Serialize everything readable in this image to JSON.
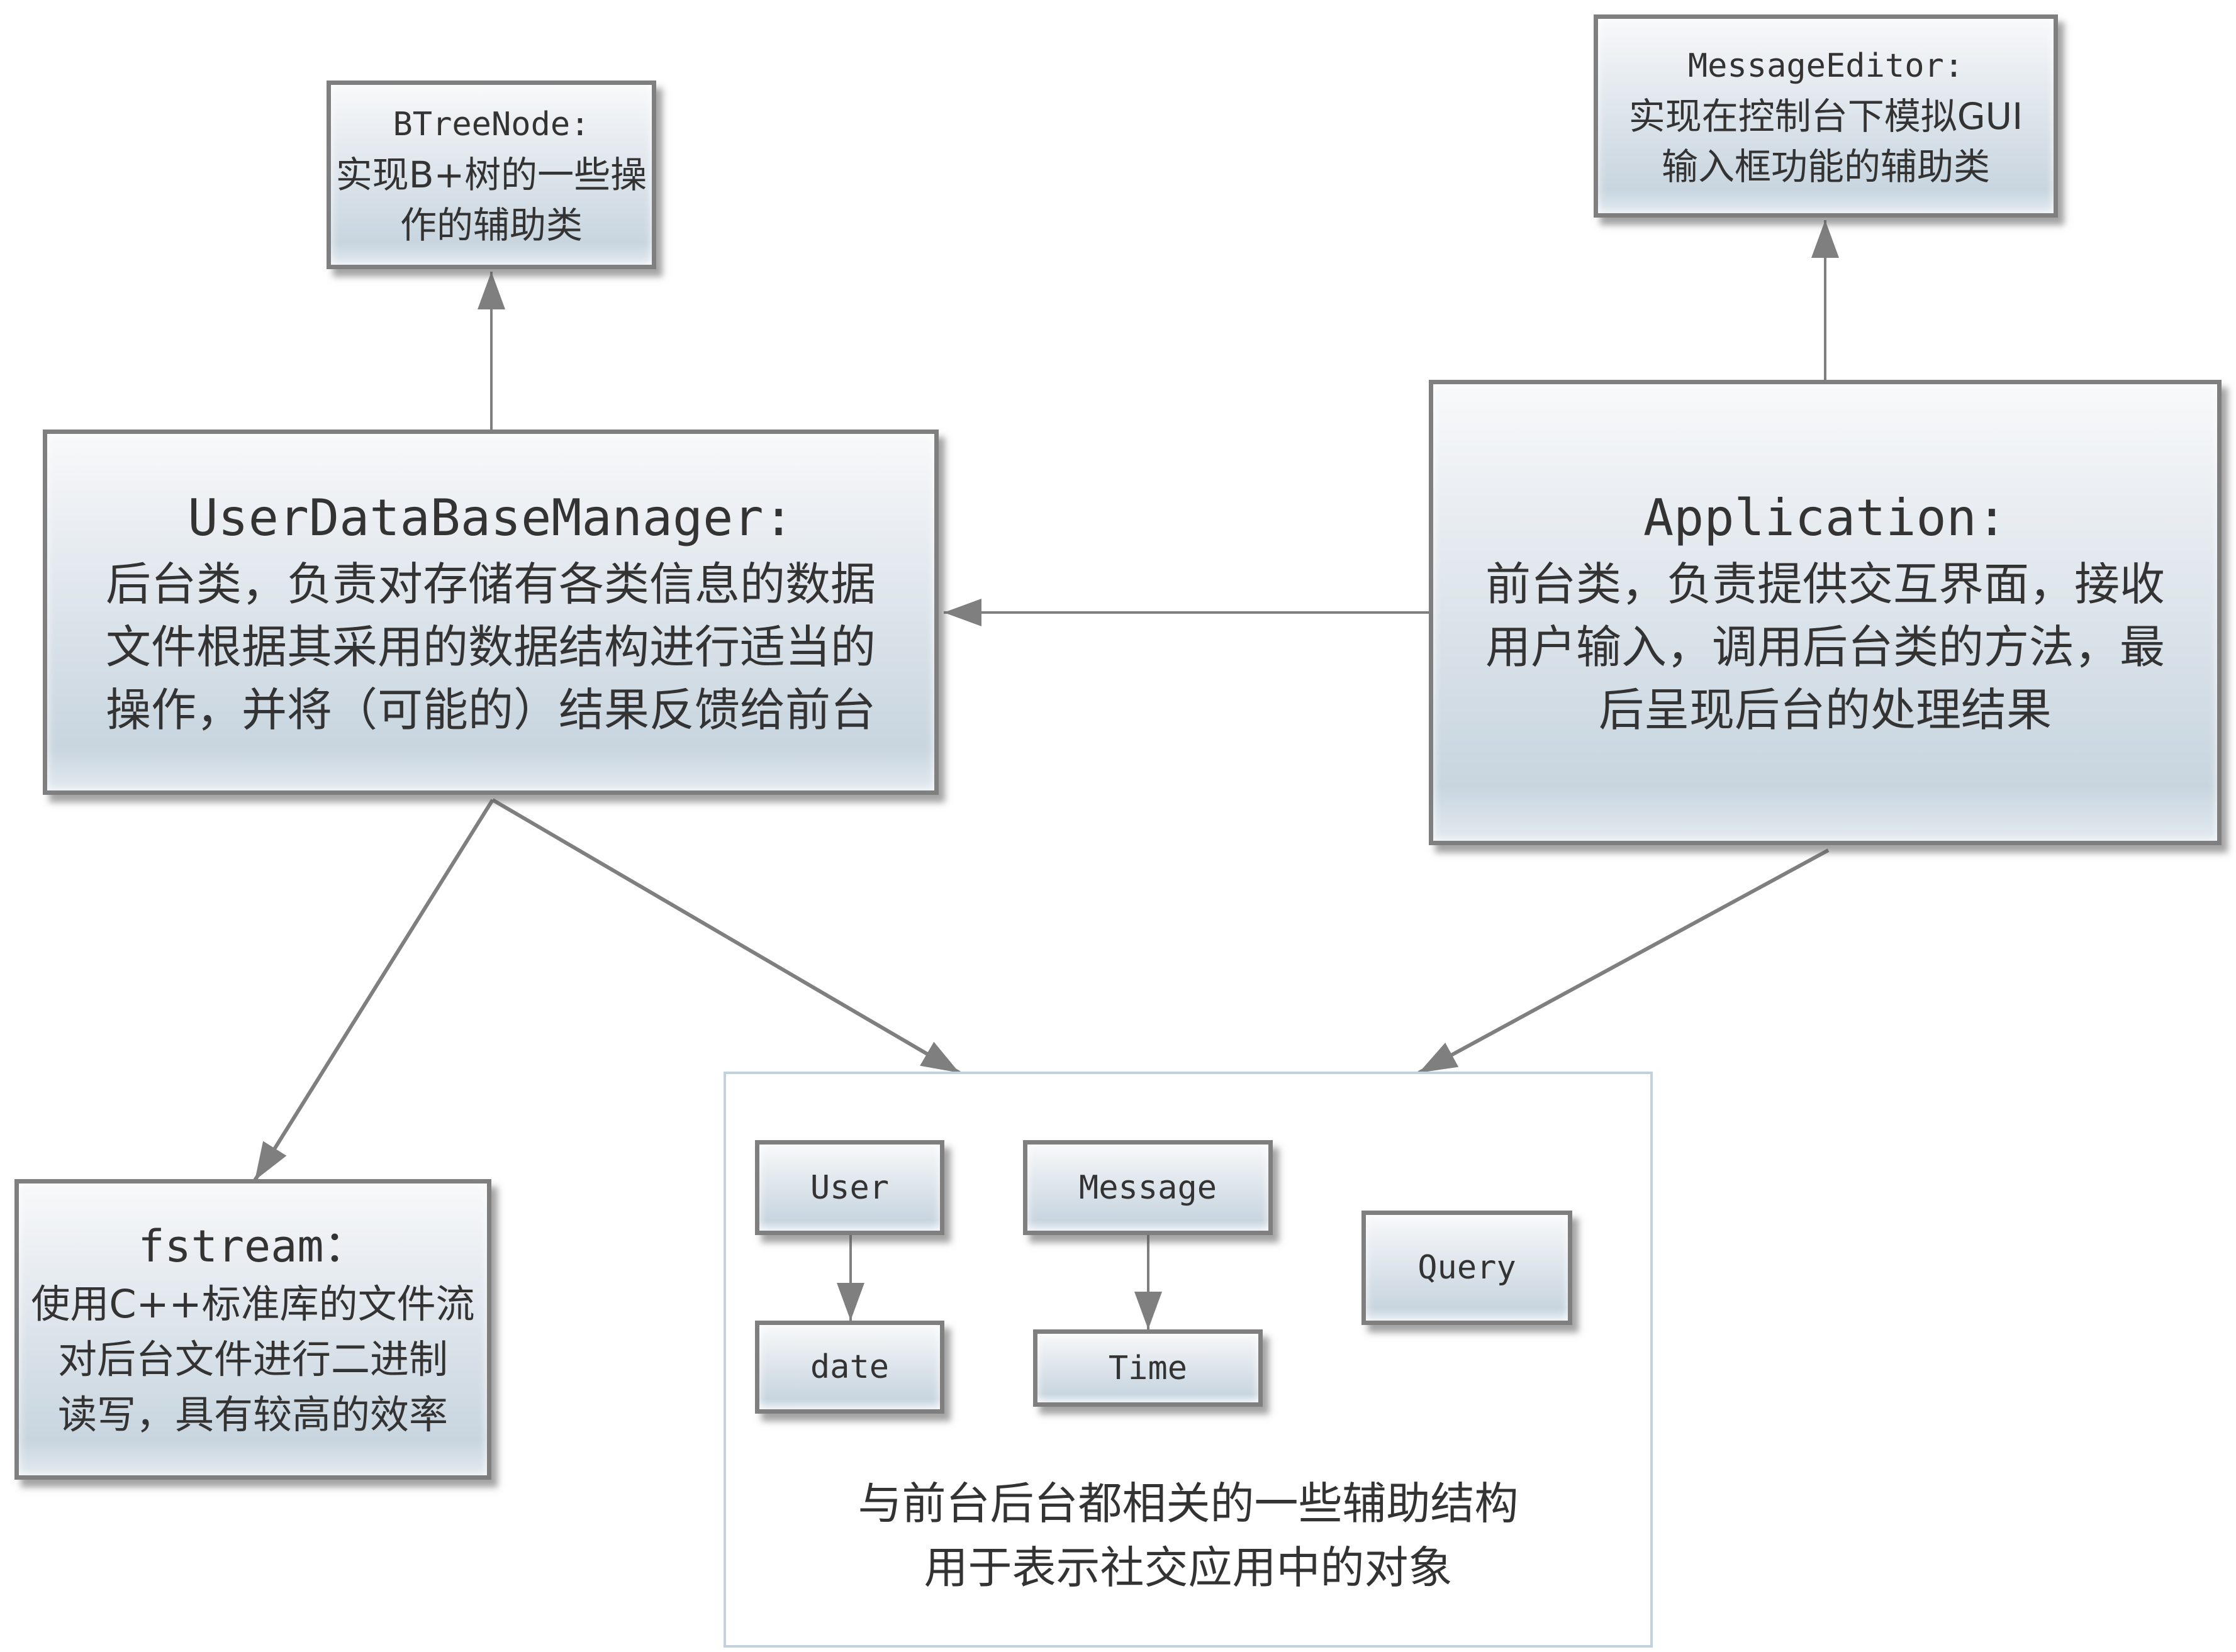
{
  "diagram": {
    "nodes": {
      "btreenode": {
        "title": "BTreeNode:",
        "desc_lines": [
          "实现B+树的一些操",
          "作的辅助类"
        ]
      },
      "message_editor": {
        "title": "MessageEditor:",
        "desc_lines": [
          "实现在控制台下模拟GUI",
          "输入框功能的辅助类"
        ]
      },
      "user_db_manager": {
        "title": "UserDataBaseManager:",
        "desc_lines": [
          "后台类，负责对存储有各类信息的数据",
          "文件根据其采用的数据结构进行适当的",
          "操作，并将（可能的）结果反馈给前台"
        ]
      },
      "application": {
        "title": "Application:",
        "desc_lines": [
          "前台类，负责提供交互界面，接收",
          "用户输入，调用后台类的方法，最",
          "后呈现后台的处理结果"
        ]
      },
      "fstream": {
        "title": "fstream：",
        "desc_lines": [
          "使用C++标准库的文件流",
          "对后台文件进行二进制",
          "读写，具有较高的效率"
        ]
      },
      "user": {
        "title": "User"
      },
      "date": {
        "title": "date"
      },
      "message": {
        "title": "Message"
      },
      "time": {
        "title": "Time"
      },
      "query": {
        "title": "Query"
      }
    },
    "group": {
      "caption_lines": [
        "与前台后台都相关的一些辅助结构",
        "用于表示社交应用中的对象"
      ]
    },
    "edges": [
      {
        "from": "user_db_manager",
        "to": "btreenode"
      },
      {
        "from": "application",
        "to": "message_editor"
      },
      {
        "from": "application",
        "to": "user_db_manager"
      },
      {
        "from": "user_db_manager",
        "to": "fstream"
      },
      {
        "from": "user_db_manager",
        "to": "group"
      },
      {
        "from": "application",
        "to": "group"
      },
      {
        "from": "user",
        "to": "date"
      },
      {
        "from": "message",
        "to": "time"
      }
    ],
    "colors": {
      "border": "#7f7f7f",
      "edge": "#7f7f7f",
      "group_border": "#c3d1de",
      "text": "#333333"
    }
  }
}
